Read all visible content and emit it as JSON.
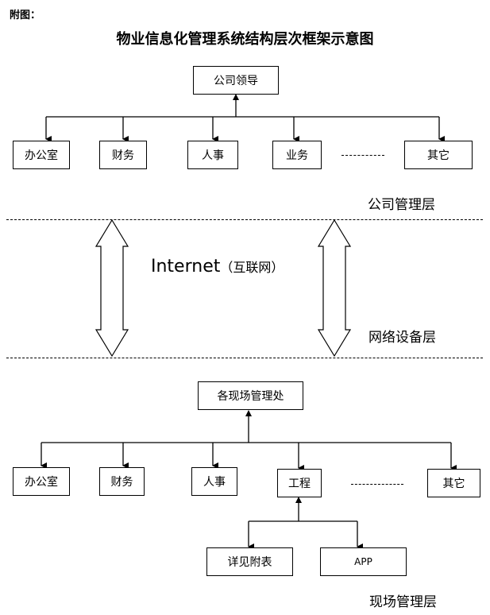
{
  "header": {
    "label": "附图："
  },
  "title": "物业信息化管理系统结构层次框架示意图",
  "company_layer": {
    "root": "公司领导",
    "children": [
      "办公室",
      "财务",
      "人事",
      "业务",
      "其它"
    ],
    "ellipsis": "--------",
    "layer_label": "公司管理层"
  },
  "network_layer": {
    "internet_label": "Internet",
    "internet_cn": "（互联网）",
    "layer_label": "网络设备层"
  },
  "site_layer": {
    "root": "各现场管理处",
    "children": [
      "办公室",
      "财务",
      "人事",
      "工程",
      "其它"
    ],
    "ellipsis": "---------",
    "engineering_children": [
      "详见附表",
      "APP"
    ],
    "layer_label": "现场管理层"
  }
}
